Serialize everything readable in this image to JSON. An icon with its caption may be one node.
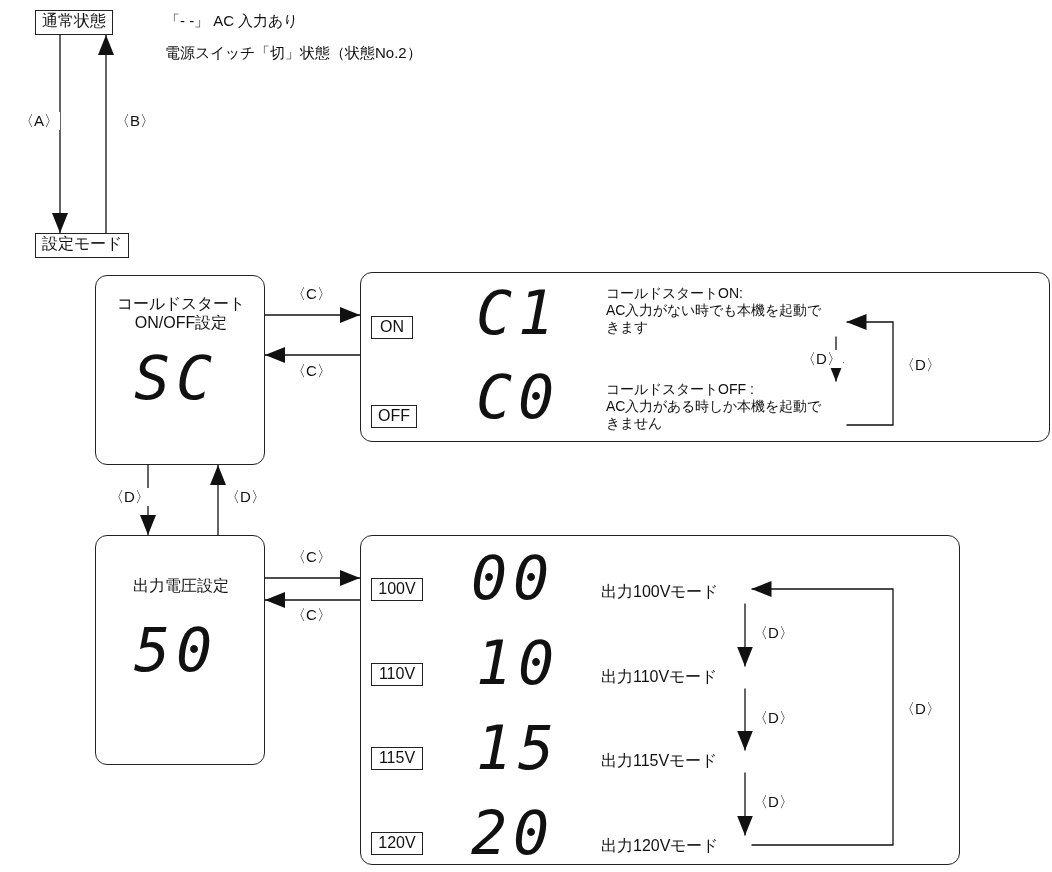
{
  "diagram": {
    "nodes": [
      {
        "text": [
          "通常状態"
        ]
      },
      {
        "text": [
          "設定モード"
        ]
      },
      {
        "text": [
          "コールドスタート ON/OFF設定",
          "SC"
        ]
      },
      {
        "text": [
          "C1",
          "C0"
        ]
      },
      {
        "text": [
          "ON"
        ],
        "in": 3
      },
      {
        "text": [
          "コールドスタートON:",
          "AC入力がない時でも本機を起動できます"
        ],
        "in": 3
      },
      {
        "text": [
          "OFF"
        ],
        "in": 3
      },
      {
        "text": [
          "コールドスタートOFF :",
          "AC入力がある時しか本機を起動できません"
        ],
        "in": 3
      },
      {
        "text": [
          "出力電圧設定",
          "50"
        ]
      },
      {
        "text": [
          "00",
          "10",
          "15",
          "20"
        ]
      },
      {
        "text": [
          "100V"
        ],
        "in": 9
      },
      {
        "text": [
          "出力100Vモード"
        ],
        "in": 9
      },
      {
        "text": [
          "110V"
        ],
        "in": 9
      },
      {
        "text": [
          "出力110Vモード"
        ],
        "in": 9
      },
      {
        "text": [
          "115V"
        ],
        "in": 9
      },
      {
        "text": [
          "出力115Vモード"
        ],
        "in": 9
      },
      {
        "text": [
          "120V"
        ],
        "in": 9
      },
      {
        "text": [
          "出力120Vモード"
        ],
        "in": 9
      }
    ],
    "edges": [
      {
        "from": 0,
        "to": 1,
        "arrow": "to",
        "label": "〈A〉"
      },
      {
        "from": 1,
        "to": 0,
        "arrow": "to",
        "label": "〈B〉"
      },
      {
        "from": 2,
        "to": 3,
        "arrow": "to",
        "label": "〈C〉"
      },
      {
        "from": 3,
        "to": 2,
        "arrow": "to",
        "label": "〈C〉"
      },
      {
        "from": 5,
        "to": 7,
        "arrow": "to",
        "label": "〈D〉"
      },
      {
        "from": 7,
        "to": 5,
        "arrow": "to",
        "label": "〈D〉"
      },
      {
        "from": 2,
        "to": 8,
        "arrow": "to",
        "label": "〈D〉"
      },
      {
        "from": 8,
        "to": 2,
        "arrow": "to",
        "label": "〈D〉"
      },
      {
        "from": 8,
        "to": 9,
        "arrow": "to",
        "label": "〈C〉"
      },
      {
        "from": 9,
        "to": 8,
        "arrow": "to",
        "label": "〈C〉"
      },
      {
        "from": 11,
        "to": 13,
        "arrow": "to",
        "label": "〈D〉"
      },
      {
        "from": 13,
        "to": 15,
        "arrow": "to",
        "label": "〈D〉"
      },
      {
        "from": 15,
        "to": 17,
        "arrow": "to",
        "label": "〈D〉"
      },
      {
        "from": 17,
        "to": 11,
        "arrow": "to",
        "label": "〈D〉"
      }
    ],
    "labels": [
      "「- -」 AC 入力あり",
      "電源スイッチ「切」状態（状態No.2）"
    ]
  }
}
